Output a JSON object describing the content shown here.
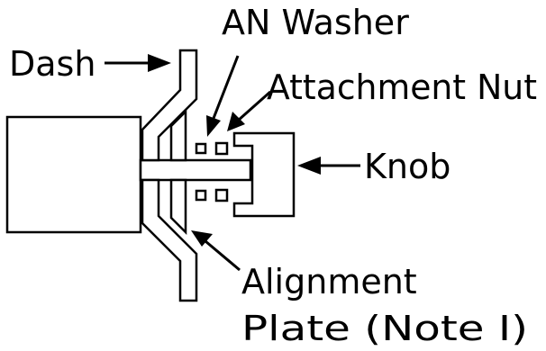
{
  "labels": {
    "dash": "Dash",
    "an_washer": "AN Washer",
    "attachment_nut": "Attachment Nut",
    "knob": "Knob",
    "alignment_plate_line1": "Alignment",
    "alignment_plate_line2": "Plate (Note I)"
  },
  "colors": {
    "stroke": "#000000",
    "background": "#ffffff"
  }
}
